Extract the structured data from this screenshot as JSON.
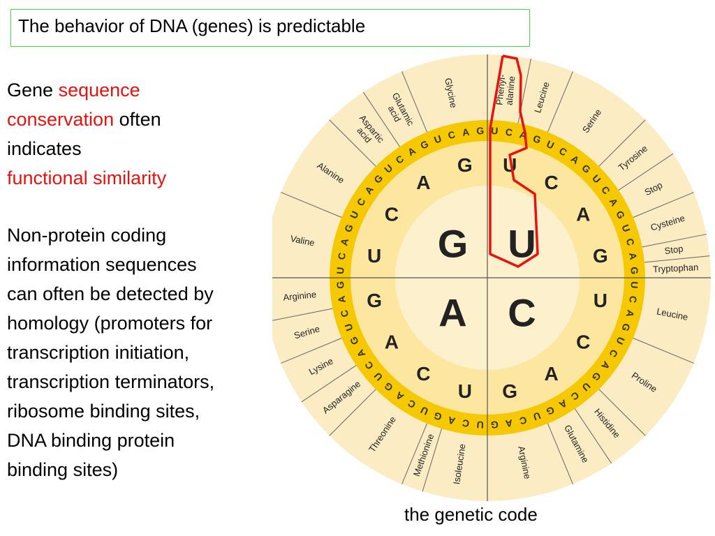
{
  "title": "The behavior of DNA (genes) is predictable",
  "left_text": {
    "p1_part1": "Gene ",
    "p1_red1": "sequence",
    "p1_red2": "conservation",
    "p1_part2": " often",
    "p1_part3": "indicates",
    "p1_red3": "functional similarity",
    "p2_lines": [
      "Non-protein coding",
      "information sequences",
      "can often be detected by",
      "homology (promoters for",
      "transcription initiation,",
      "transcription terminators,",
      "ribosome binding sites,",
      "DNA binding protein",
      "binding sites)"
    ]
  },
  "caption": "the genetic code",
  "wheel": {
    "first_bases": [
      "U",
      "C",
      "A",
      "G"
    ],
    "second_bases": [
      "U",
      "C",
      "A",
      "G",
      "U",
      "C",
      "A",
      "G",
      "U",
      "C",
      "A",
      "G",
      "U",
      "C",
      "A",
      "G"
    ],
    "third_bases": [
      "U",
      "C",
      "A",
      "G",
      "U",
      "C",
      "A",
      "G",
      "U",
      "C",
      "A",
      "G",
      "U",
      "C",
      "A",
      "G",
      "U",
      "C",
      "A",
      "G",
      "U",
      "C",
      "A",
      "G",
      "U",
      "C",
      "A",
      "G",
      "U",
      "C",
      "A",
      "G",
      "U",
      "C",
      "A",
      "G",
      "U",
      "C",
      "A",
      "G",
      "U",
      "C",
      "A",
      "G",
      "U",
      "C",
      "A",
      "G",
      "U",
      "C",
      "A",
      "G",
      "U",
      "C",
      "A",
      "G",
      "U",
      "C",
      "A",
      "G",
      "U",
      "C",
      "A",
      "G"
    ],
    "amino_acids": [
      {
        "label": "Phenyl-\nalanine",
        "span": 2
      },
      {
        "label": "Leucine",
        "span": 2
      },
      {
        "label": "Serine",
        "span": 4
      },
      {
        "label": "Tyrosine",
        "span": 2
      },
      {
        "label": "Stop",
        "span": 2
      },
      {
        "label": "Cysteine",
        "span": 2
      },
      {
        "label": "Stop",
        "span": 1
      },
      {
        "label": "Tryptophan",
        "span": 1
      },
      {
        "label": "Leucine",
        "span": 4
      },
      {
        "label": "Proline",
        "span": 4
      },
      {
        "label": "Histidine",
        "span": 2
      },
      {
        "label": "Glutamine",
        "span": 2
      },
      {
        "label": "Arginine",
        "span": 4
      },
      {
        "label": "Isoleucine",
        "span": 3
      },
      {
        "label": "Methionine",
        "span": 1
      },
      {
        "label": "Threonine",
        "span": 4
      },
      {
        "label": "Asparagine",
        "span": 2
      },
      {
        "label": "Lysine",
        "span": 2
      },
      {
        "label": "Serine",
        "span": 2
      },
      {
        "label": "Arginine",
        "span": 2
      },
      {
        "label": "Valine",
        "span": 4
      },
      {
        "label": "Alanine",
        "span": 4
      },
      {
        "label": "Aspartic\nacid",
        "span": 2
      },
      {
        "label": "Glutamic\nacid",
        "span": 2
      },
      {
        "label": "Glycine",
        "span": 4
      }
    ],
    "colors": {
      "outer": "#fbecc4",
      "ring3": "#f5c800",
      "ring2": "#fde6a0",
      "center": "#fdf0cc",
      "highlight": "#e8120f"
    }
  }
}
